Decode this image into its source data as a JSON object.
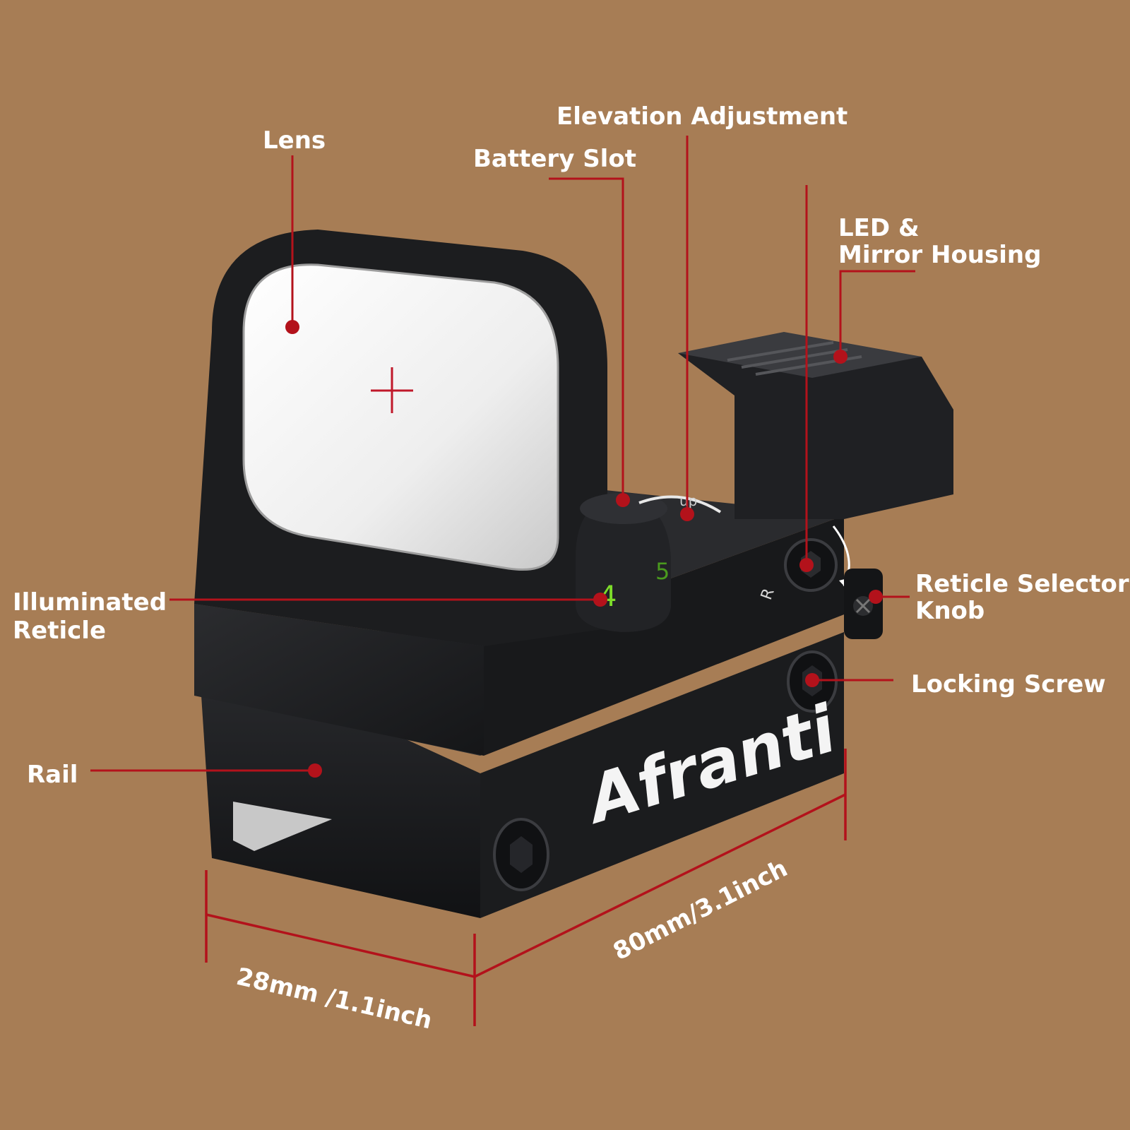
{
  "colors": {
    "background": "#a77d55",
    "callout": "#b3121b",
    "label": "#ffffff",
    "body": "#1d1e20",
    "reticle_digit": "#7ddc2a"
  },
  "callouts": {
    "lens": "Lens",
    "battery_slot": "Battery Slot",
    "elevation_adjustment": "Elevation Adjustment",
    "led_mirror_line1": "LED &",
    "led_mirror_line2": "Mirror Housing",
    "illuminated_reticle_line1": "Illuminated",
    "illuminated_reticle_line2": "Reticle",
    "reticle_selector_line1": "Reticle Selector",
    "reticle_selector_line2": "Knob",
    "locking_screw": "Locking Screw",
    "rail": "Rail"
  },
  "dimensions": {
    "width": "28mm /1.1inch",
    "length": "80mm/3.1inch"
  },
  "product": {
    "brand": "Afranti",
    "dial_digit_front": "4",
    "dial_digit_side": "5",
    "windage_mark": "R",
    "elevation_mark": "up"
  }
}
